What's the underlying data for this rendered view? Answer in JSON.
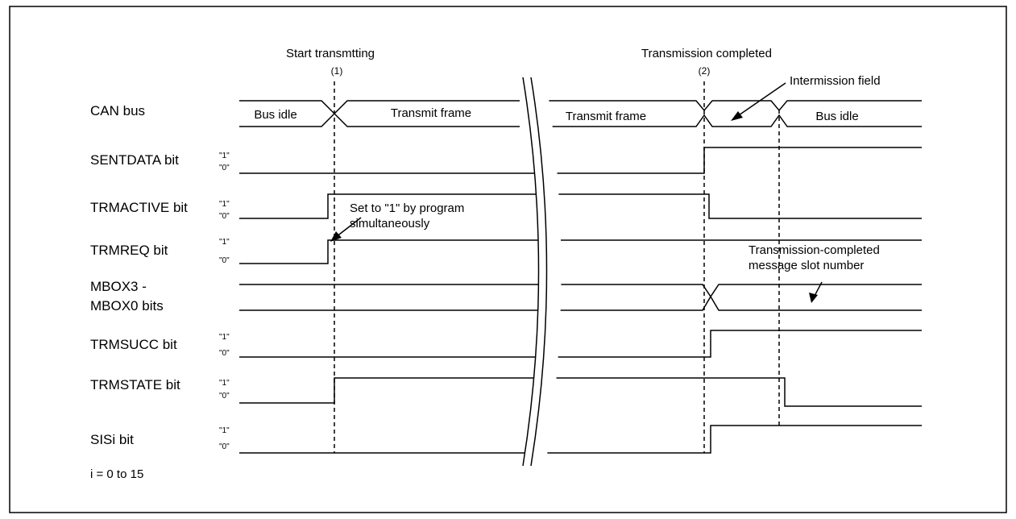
{
  "annotations": {
    "start": "Start transmtting",
    "start_num": "(1)",
    "complete": "Transmission completed",
    "complete_num": "(2)",
    "intermission": "Intermission field",
    "set_by_program_1": "Set to \"1\" by program",
    "set_by_program_2": "simultaneously",
    "slot_number_1": "Transmission-completed",
    "slot_number_2": "message slot number"
  },
  "signals": {
    "can_bus": "CAN bus",
    "sentdata": "SENTDATA bit",
    "trmactive": "TRMACTIVE bit",
    "trmreq": "TRMREQ bit",
    "mbox_1": "MBOX3 -",
    "mbox_2": "MBOX0 bits",
    "trmsucc": "TRMSUCC bit",
    "trmstate": "TRMSTATE bit",
    "sisi": "SISi bit"
  },
  "bus_segments": {
    "idle_left": "Bus idle",
    "frame_left": "Transmit frame",
    "frame_right": "Transmit frame",
    "idle_right": "Bus idle"
  },
  "levels": {
    "high": "\"1\"",
    "low": "\"0\""
  },
  "footnote": "i = 0 to 15"
}
